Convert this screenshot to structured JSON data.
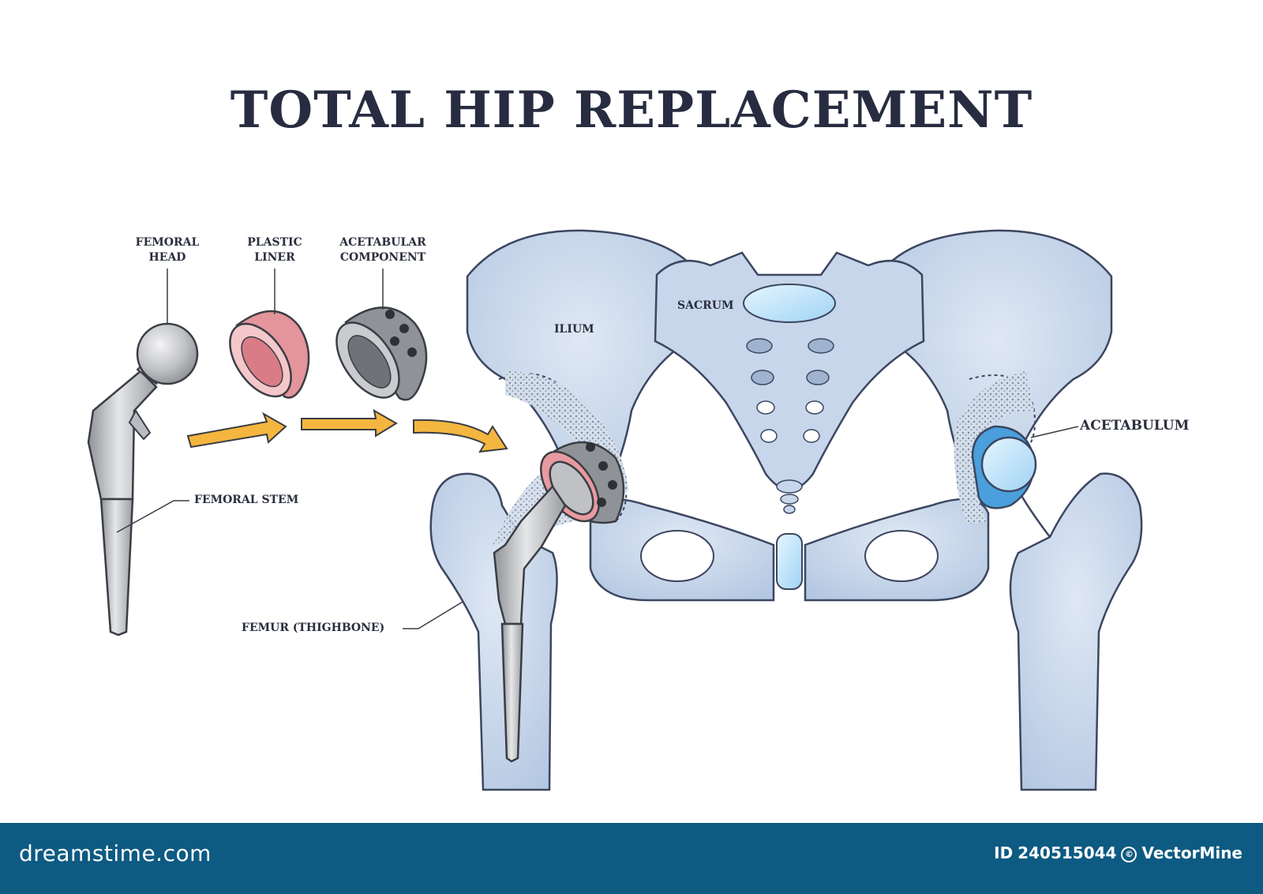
{
  "title": "TOTAL HIP REPLACEMENT",
  "labels": {
    "femoral_head": [
      "FEMORAL",
      "HEAD"
    ],
    "plastic_liner": [
      "PLASTIC",
      "LINER"
    ],
    "acetabular_component": [
      "ACETABULAR",
      "COMPONENT"
    ],
    "femoral_stem": "FEMORAL STEM",
    "femur": "FEMUR (THIGHBONE)",
    "ilium": "ILIUM",
    "sacrum": "SACRUM",
    "acetabulum": "ACETABULUM"
  },
  "footer": {
    "brand": "dreamstime.com",
    "id_label": "ID",
    "id_value": "240515044",
    "author": "VectorMine"
  },
  "colors": {
    "bone": "#c9d9ec",
    "bone_outline": "#3c4660",
    "metal": "#c4c6c9",
    "liner": "#e89aa0",
    "arrow": "#f4b63f",
    "cartilage": "#4a9fdc",
    "footer": "#0d5a82",
    "title": "#272c40"
  }
}
